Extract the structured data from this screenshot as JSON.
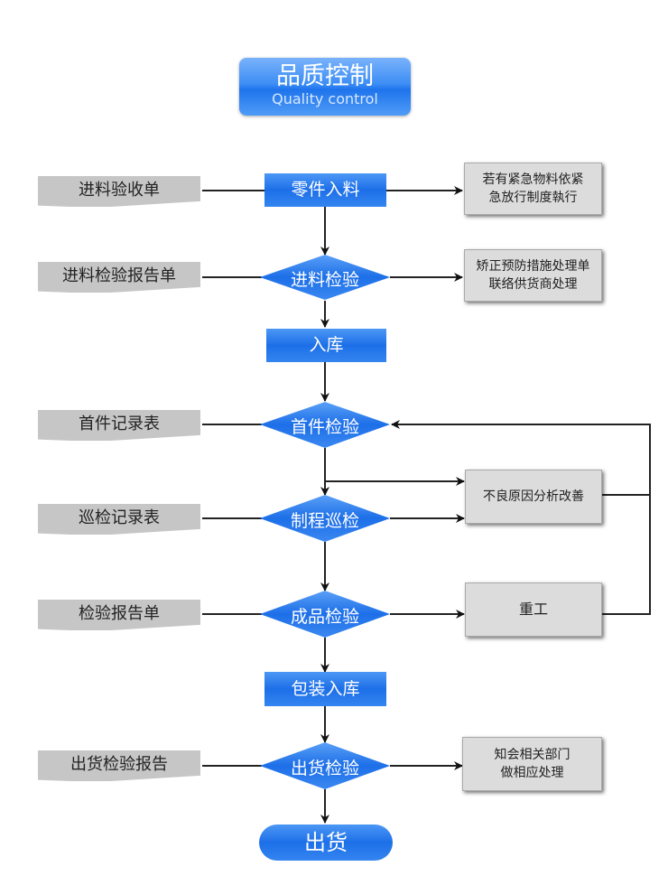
{
  "title": {
    "main": "品质控制",
    "sub": "Quality control"
  },
  "colors": {
    "accent": "#1d6fe8",
    "doc_fill": "#c6c6c6",
    "note_fill": "#dcdcdc",
    "line": "#222222"
  },
  "documents": [
    "进料验收单",
    "进料检验报告单",
    "首件记录表",
    "巡检记录表",
    "检验报告单",
    "出货检验报告"
  ],
  "process_steps": [
    {
      "label": "零件入料",
      "shape": "rectangle"
    },
    {
      "label": "进料检验",
      "shape": "diamond"
    },
    {
      "label": "入库",
      "shape": "rectangle"
    },
    {
      "label": "首件检验",
      "shape": "diamond"
    },
    {
      "label": "制程巡检",
      "shape": "diamond"
    },
    {
      "label": "成品检验",
      "shape": "diamond"
    },
    {
      "label": "包装入库",
      "shape": "rectangle"
    },
    {
      "label": "出货检验",
      "shape": "diamond"
    },
    {
      "label": "出货",
      "shape": "terminal"
    }
  ],
  "notes": [
    {
      "lines": [
        "若有紧急物料依紧",
        "急放行制度執行"
      ]
    },
    {
      "lines": [
        "矫正预防措施处理单",
        "联络供货商处理"
      ]
    },
    {
      "lines": [
        "不良原因分析改善"
      ]
    },
    {
      "lines": [
        "重工"
      ]
    },
    {
      "lines": [
        "知会相关部门",
        "做相应处理"
      ]
    }
  ]
}
